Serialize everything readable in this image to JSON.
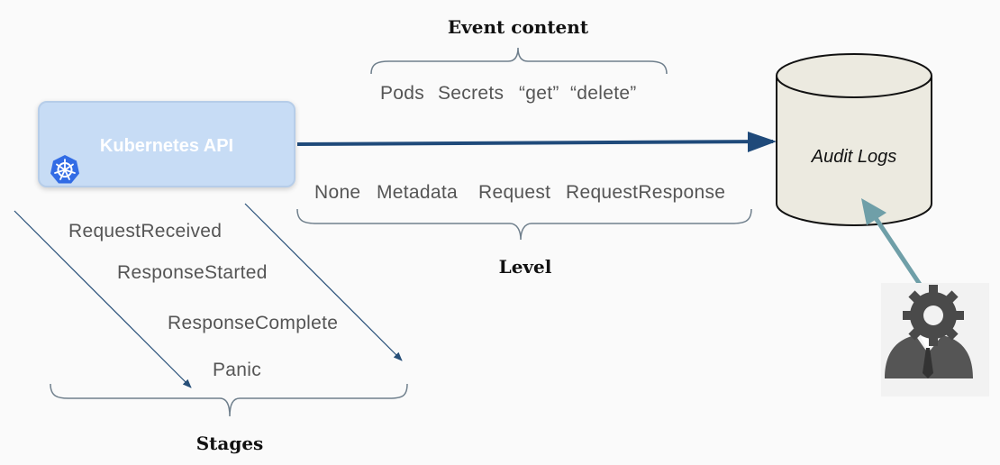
{
  "event_content": {
    "heading": "Event content",
    "items": [
      "Pods",
      "Secrets",
      "“get”",
      "“delete”"
    ]
  },
  "api": {
    "title": "Kubernetes API",
    "logo_icon": "kubernetes-helm-icon"
  },
  "audit_logs": {
    "label": "Audit Logs"
  },
  "level": {
    "heading": "Level",
    "items": [
      "None",
      "Metadata",
      "Request",
      "RequestResponse"
    ]
  },
  "stages": {
    "heading": "Stages",
    "items": [
      "RequestReceived",
      "ResponseStarted",
      "ResponseComplete",
      "Panic"
    ]
  },
  "admin": {
    "icon": "admin-gear-person-icon"
  },
  "colors": {
    "main_arrow": "#1f4a7a",
    "stage_arrows": "#274f78",
    "admin_arrow": "#6f9fa8",
    "api_box": "#c7dcf5",
    "database": "#eceae0",
    "brace": "#6f7f8c"
  }
}
